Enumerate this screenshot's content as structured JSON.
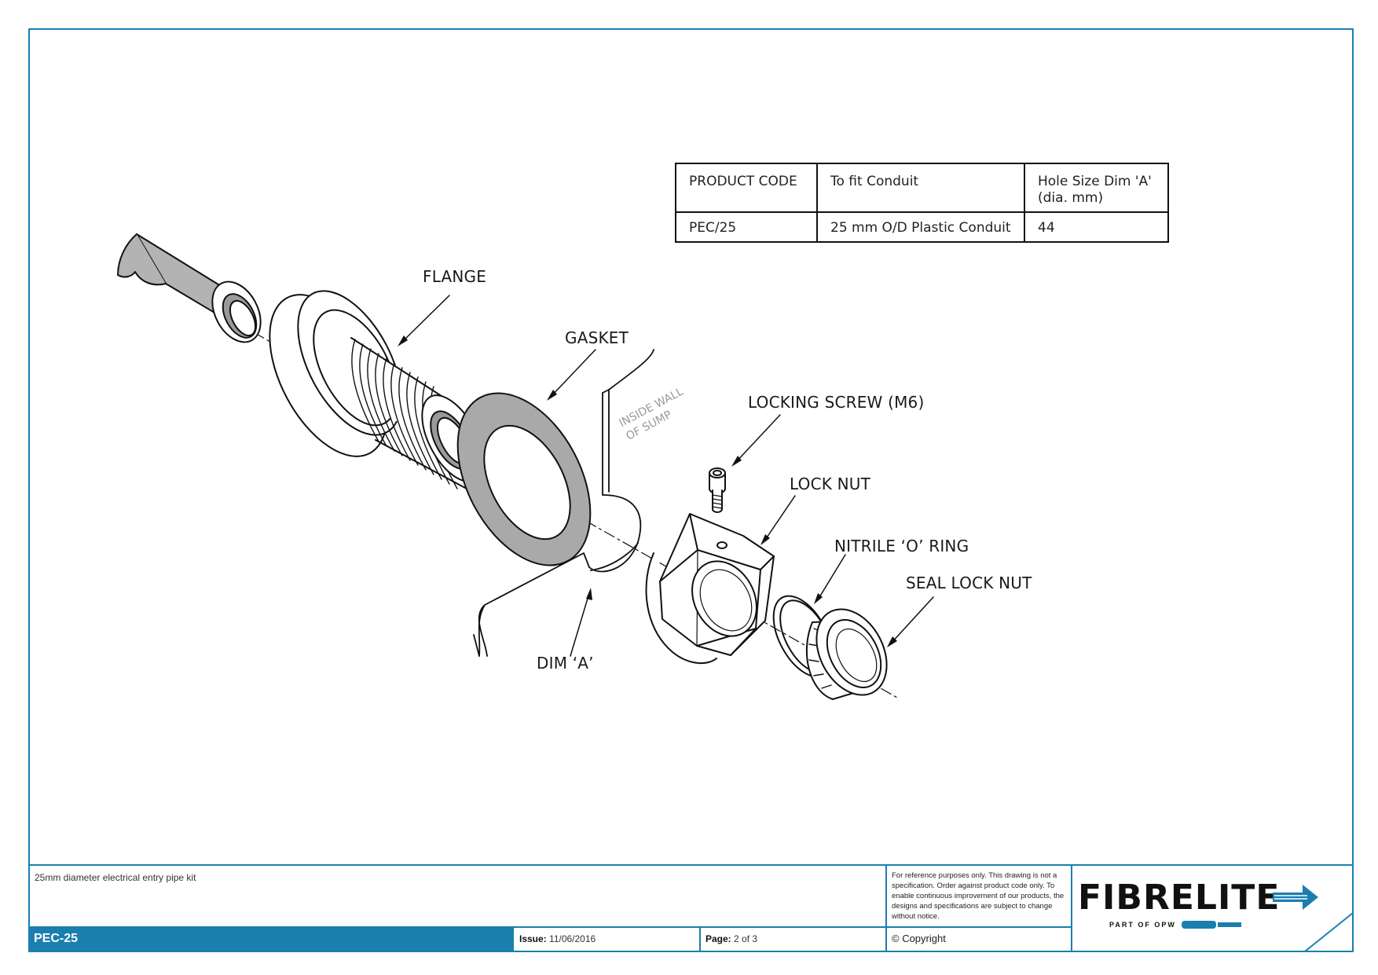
{
  "table": {
    "headers": [
      "PRODUCT CODE",
      "To fit Conduit",
      "Hole Size Dim 'A' (dia. mm)"
    ],
    "rows": [
      [
        "PEC/25",
        "25 mm O/D Plastic Conduit",
        "44"
      ]
    ]
  },
  "labels": {
    "flange": "FLANGE",
    "gasket": "GASKET",
    "locking_screw": "LOCKING SCREW (M6)",
    "lock_nut": "LOCK NUT",
    "o_ring": "NITRILE ‘O’ RING",
    "seal_lock_nut": "SEAL LOCK NUT",
    "dim_a": "DIM ‘A’",
    "wall_line1": "INSIDE WALL",
    "wall_line2": "OF SUMP"
  },
  "title_block": {
    "description": "25mm diameter electrical entry pipe kit",
    "product_code": "PEC-25",
    "issue_label": "Issue:",
    "issue_value": "11/06/2016",
    "page_label": "Page:",
    "page_value": "2 of 3",
    "note": "For reference purposes only. This drawing is not a specification. Order against product code only.  To enable continuous improvement of our products, the designs and specifications are subject to change without notice.",
    "copyright": "© Copyright",
    "logo": "FIBRELITE",
    "logo_sub": "PART OF OPW"
  },
  "colors": {
    "frame": "#1a7fae",
    "title_bar": "#1a7fae",
    "gasket_fill": "#a9a9a9",
    "pipe_fill": "#b3b3b3"
  }
}
